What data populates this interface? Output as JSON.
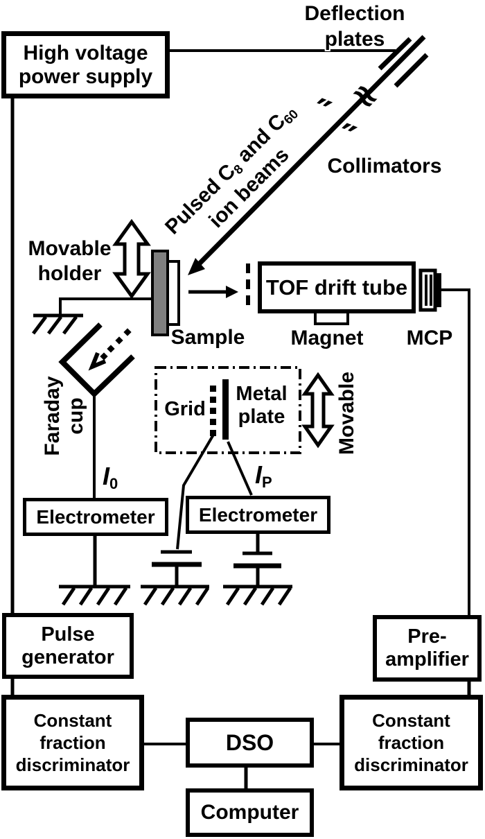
{
  "boxes": {
    "hvps": {
      "line1": "High voltage",
      "line2": "power supply"
    },
    "tof": {
      "label": "TOF drift tube"
    },
    "electrometer_left": {
      "label": "Electrometer"
    },
    "electrometer_right": {
      "label": "Electrometer"
    },
    "pulse_generator": {
      "line1": "Pulse",
      "line2": "generator"
    },
    "preamplifier": {
      "line1": "Pre-",
      "line2": "amplifier"
    },
    "cfd_left": {
      "line1": "Constant",
      "line2": "fraction",
      "line3": "discriminator"
    },
    "cfd_right": {
      "line1": "Constant",
      "line2": "fraction",
      "line3": "discriminator"
    },
    "dso": {
      "label": "DSO"
    },
    "computer": {
      "label": "Computer"
    }
  },
  "labels": {
    "deflection_plates": {
      "line1": "Deflection",
      "line2": "plates"
    },
    "collimators": "Collimators",
    "beam": {
      "l1a": "Pulsed C",
      "l1sub1": "8",
      "l1b": " and C",
      "l1sub2": "60",
      "line2": "ion beams"
    },
    "movable_holder": {
      "line1": "Movable",
      "line2": "holder"
    },
    "sample": "Sample",
    "magnet": "Magnet",
    "mcp": "MCP",
    "faraday_cup": {
      "line1": "Faraday",
      "line2": "cup"
    },
    "grid": "Grid",
    "metal_plate": {
      "line1": "Metal",
      "line2": "plate"
    },
    "movable": "Movable",
    "i0": {
      "base": "I",
      "sub": "0"
    },
    "ip": {
      "base": "I",
      "sub": "P"
    }
  },
  "colors": {
    "ink": "#000000",
    "sample_fill": "#7f7f7f",
    "background": "#ffffff"
  }
}
